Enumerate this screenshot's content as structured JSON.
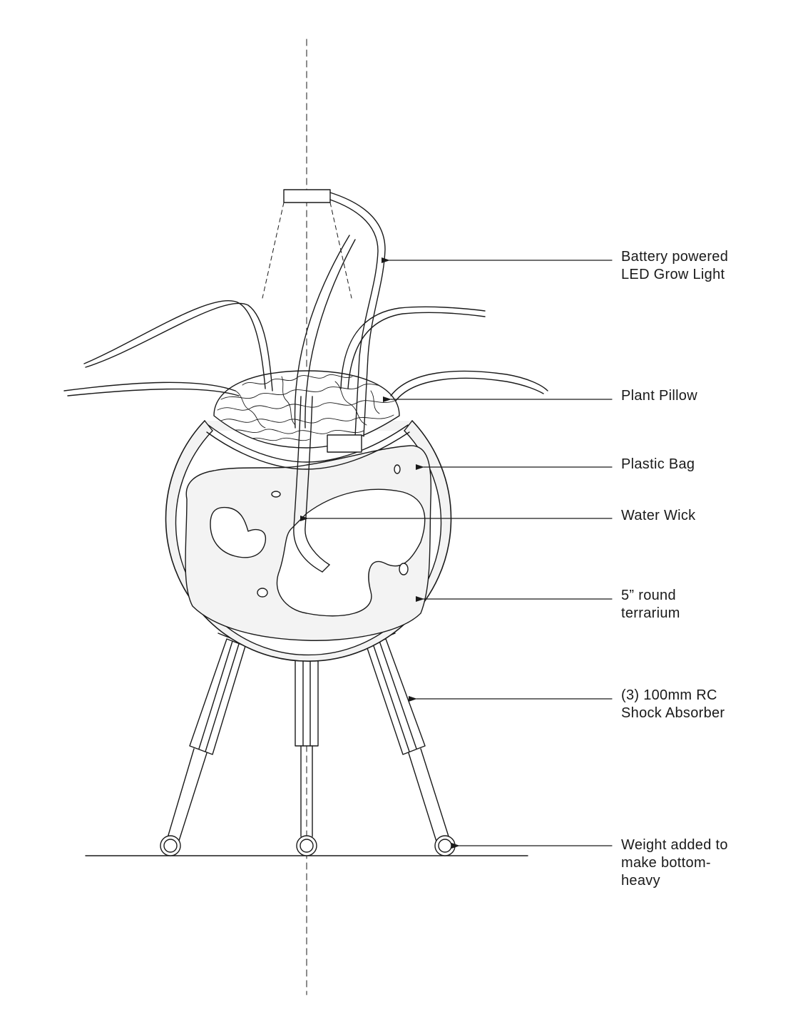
{
  "colors": {
    "line": "#1a1a1a",
    "glass_tint": "#f3f3f3",
    "background": "#ffffff"
  },
  "labels": {
    "grow_light": [
      "Battery powered",
      "LED Grow Light"
    ],
    "plant_pillow": [
      "Plant Pillow"
    ],
    "plastic_bag": [
      "Plastic Bag"
    ],
    "water_wick": [
      "Water Wick"
    ],
    "terrarium": [
      "5” round",
      "terrarium"
    ],
    "shock_absorber": [
      "(3) 100mm RC",
      "Shock Absorber"
    ],
    "weight": [
      "Weight added to",
      "make bottom-",
      "heavy"
    ]
  }
}
